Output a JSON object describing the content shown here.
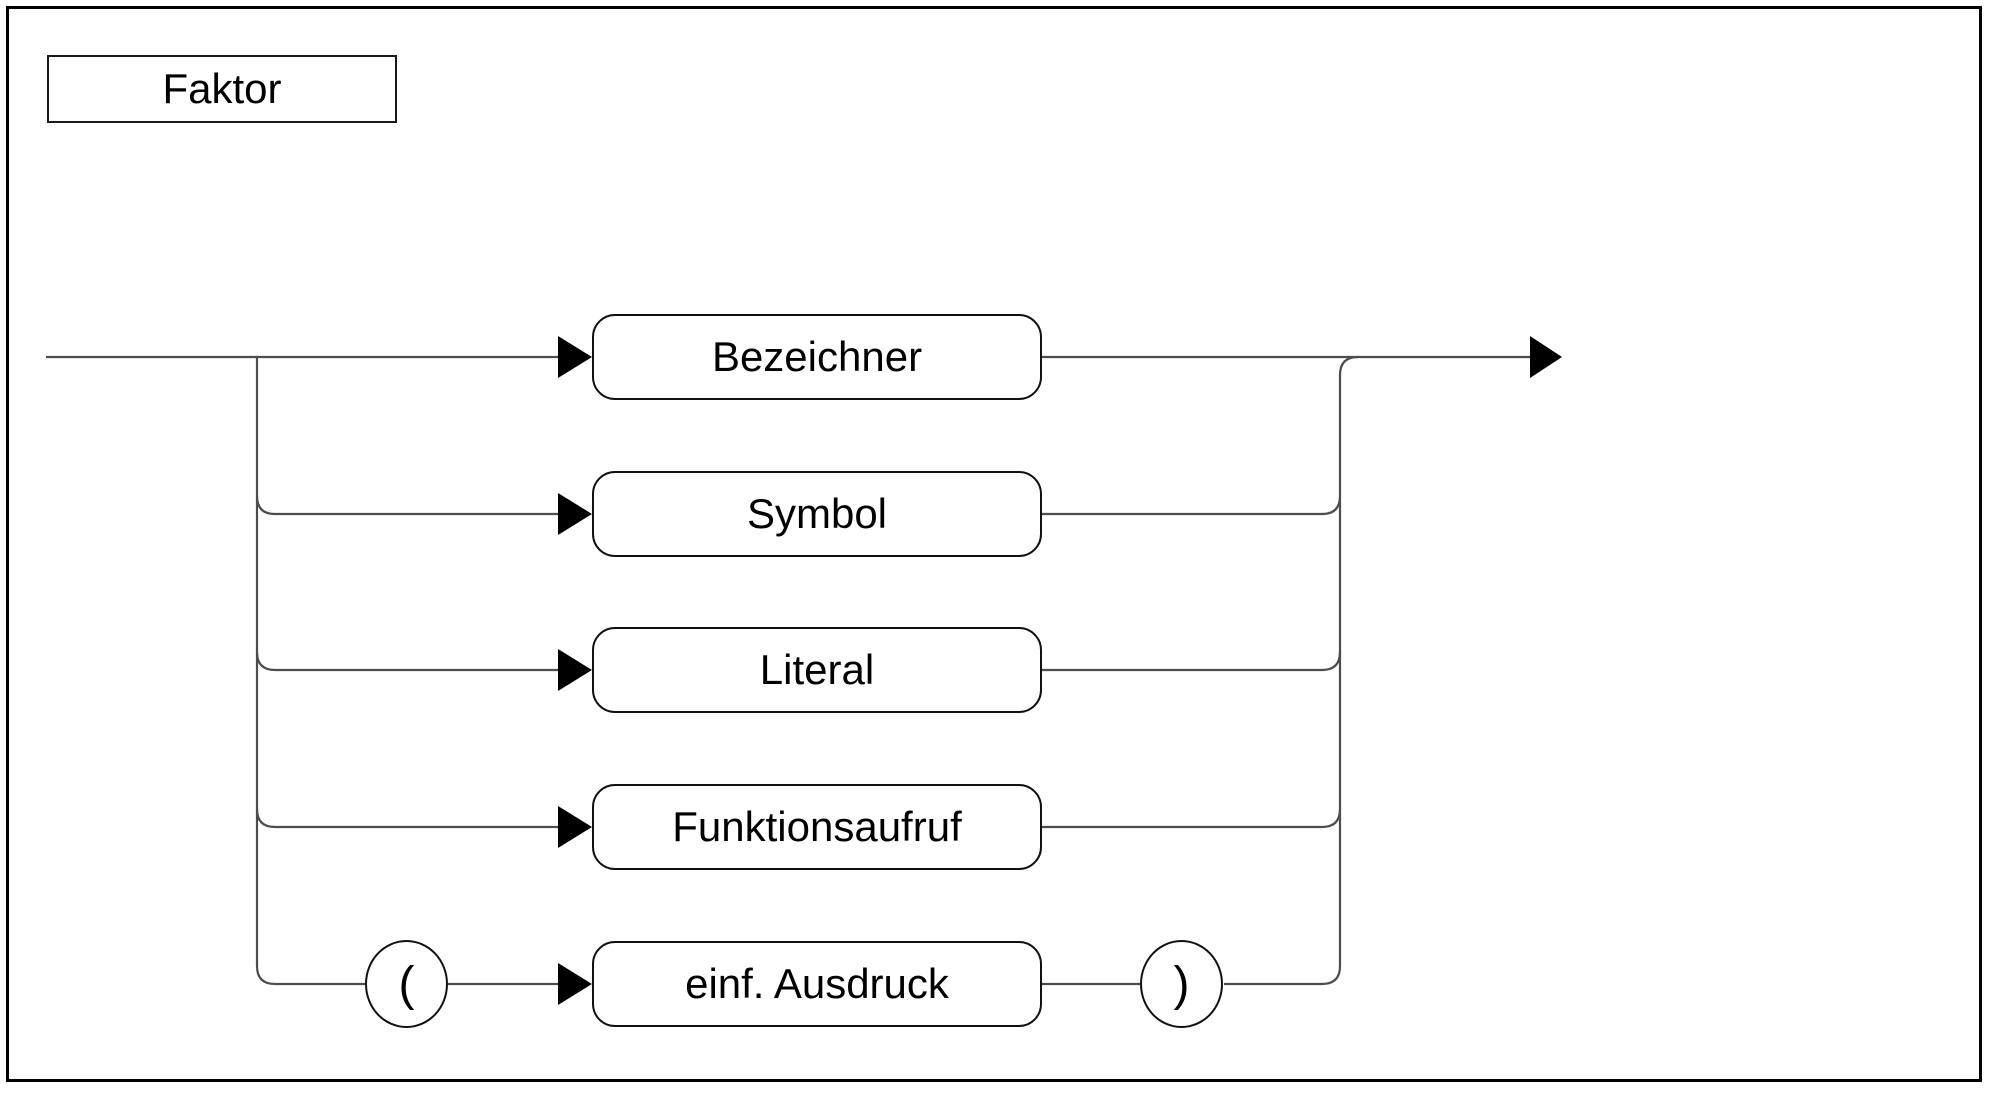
{
  "diagram": {
    "title": "Faktor",
    "branches": [
      {
        "label": "Bezeichner"
      },
      {
        "label": "Symbol"
      },
      {
        "label": "Literal"
      },
      {
        "label": "Funktionsaufruf"
      },
      {
        "label": "einf. Ausdruck"
      }
    ],
    "terminals": {
      "open": "(",
      "close": ")"
    },
    "colors": {
      "background": "#ffffff",
      "connector": "#4d4d4d",
      "shape_border": "#111111",
      "arrowhead": "#000000",
      "text": "#000000"
    }
  }
}
